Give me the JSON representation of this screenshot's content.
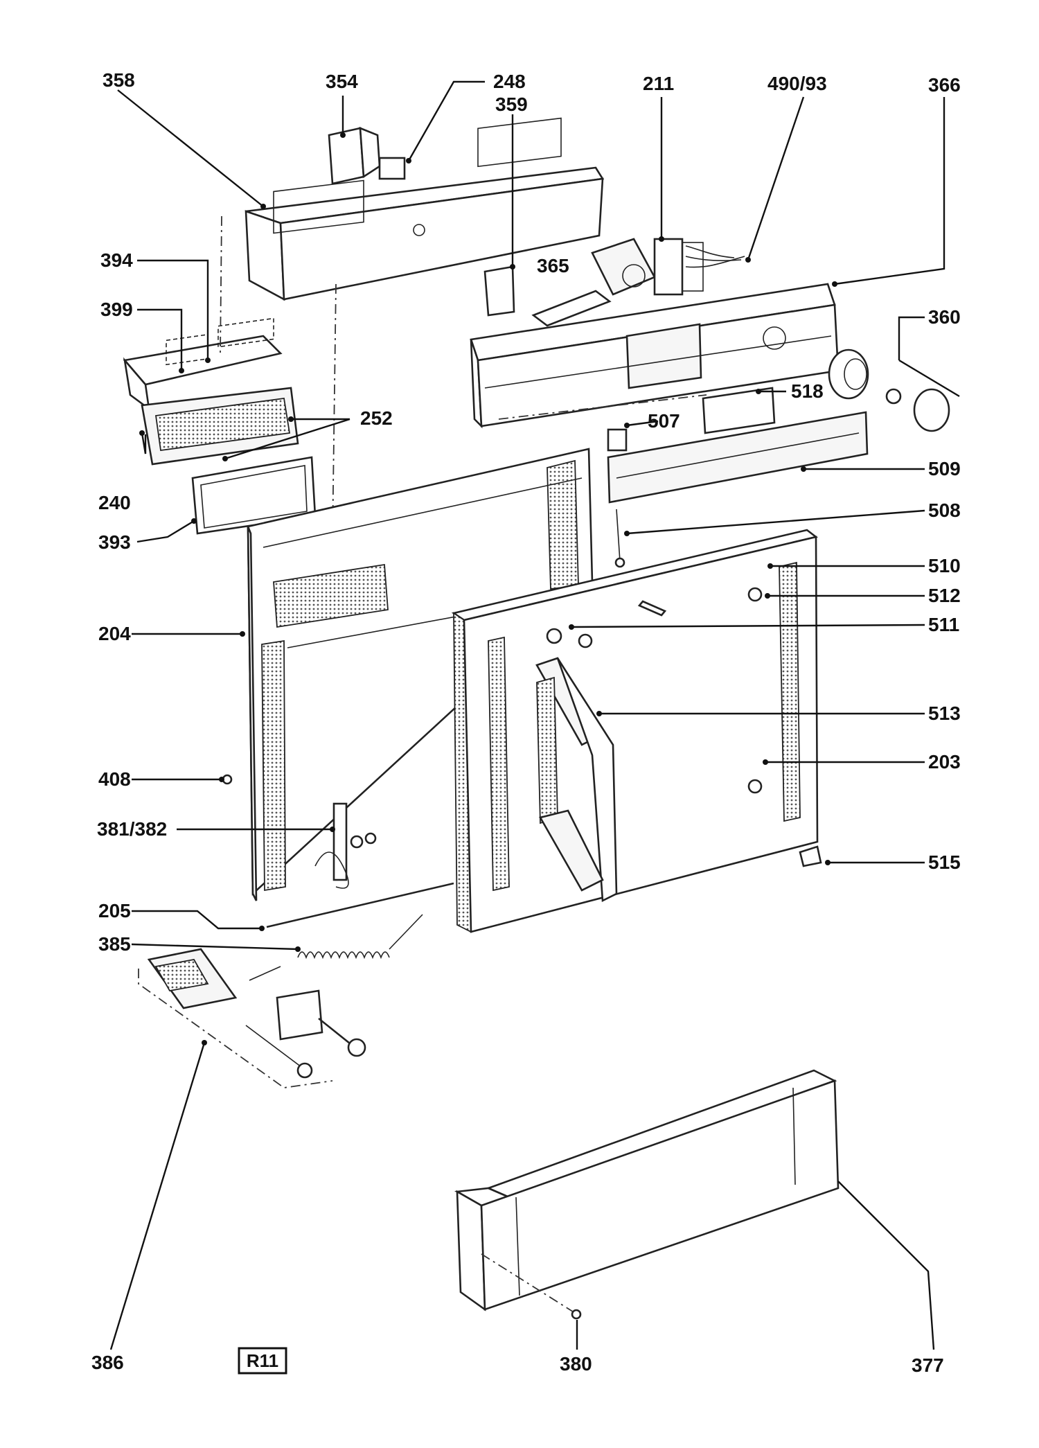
{
  "sheet_code": "R11",
  "labels": [
    {
      "id": "358",
      "text": "358"
    },
    {
      "id": "354",
      "text": "354"
    },
    {
      "id": "248",
      "text": "248"
    },
    {
      "id": "359",
      "text": "359"
    },
    {
      "id": "211",
      "text": "211"
    },
    {
      "id": "490-93",
      "text": "490/93"
    },
    {
      "id": "366",
      "text": "366"
    },
    {
      "id": "394",
      "text": "394"
    },
    {
      "id": "365",
      "text": "365"
    },
    {
      "id": "399",
      "text": "399"
    },
    {
      "id": "360",
      "text": "360"
    },
    {
      "id": "252",
      "text": "252"
    },
    {
      "id": "518",
      "text": "518"
    },
    {
      "id": "507",
      "text": "507"
    },
    {
      "id": "240",
      "text": "240"
    },
    {
      "id": "509",
      "text": "509"
    },
    {
      "id": "508",
      "text": "508"
    },
    {
      "id": "393",
      "text": "393"
    },
    {
      "id": "510",
      "text": "510"
    },
    {
      "id": "512",
      "text": "512"
    },
    {
      "id": "204",
      "text": "204"
    },
    {
      "id": "511",
      "text": "511"
    },
    {
      "id": "513",
      "text": "513"
    },
    {
      "id": "203",
      "text": "203"
    },
    {
      "id": "408",
      "text": "408"
    },
    {
      "id": "381-382",
      "text": "381/382"
    },
    {
      "id": "515",
      "text": "515"
    },
    {
      "id": "205",
      "text": "205"
    },
    {
      "id": "385",
      "text": "385"
    },
    {
      "id": "386",
      "text": "386"
    },
    {
      "id": "380",
      "text": "380"
    },
    {
      "id": "377",
      "text": "377"
    }
  ]
}
